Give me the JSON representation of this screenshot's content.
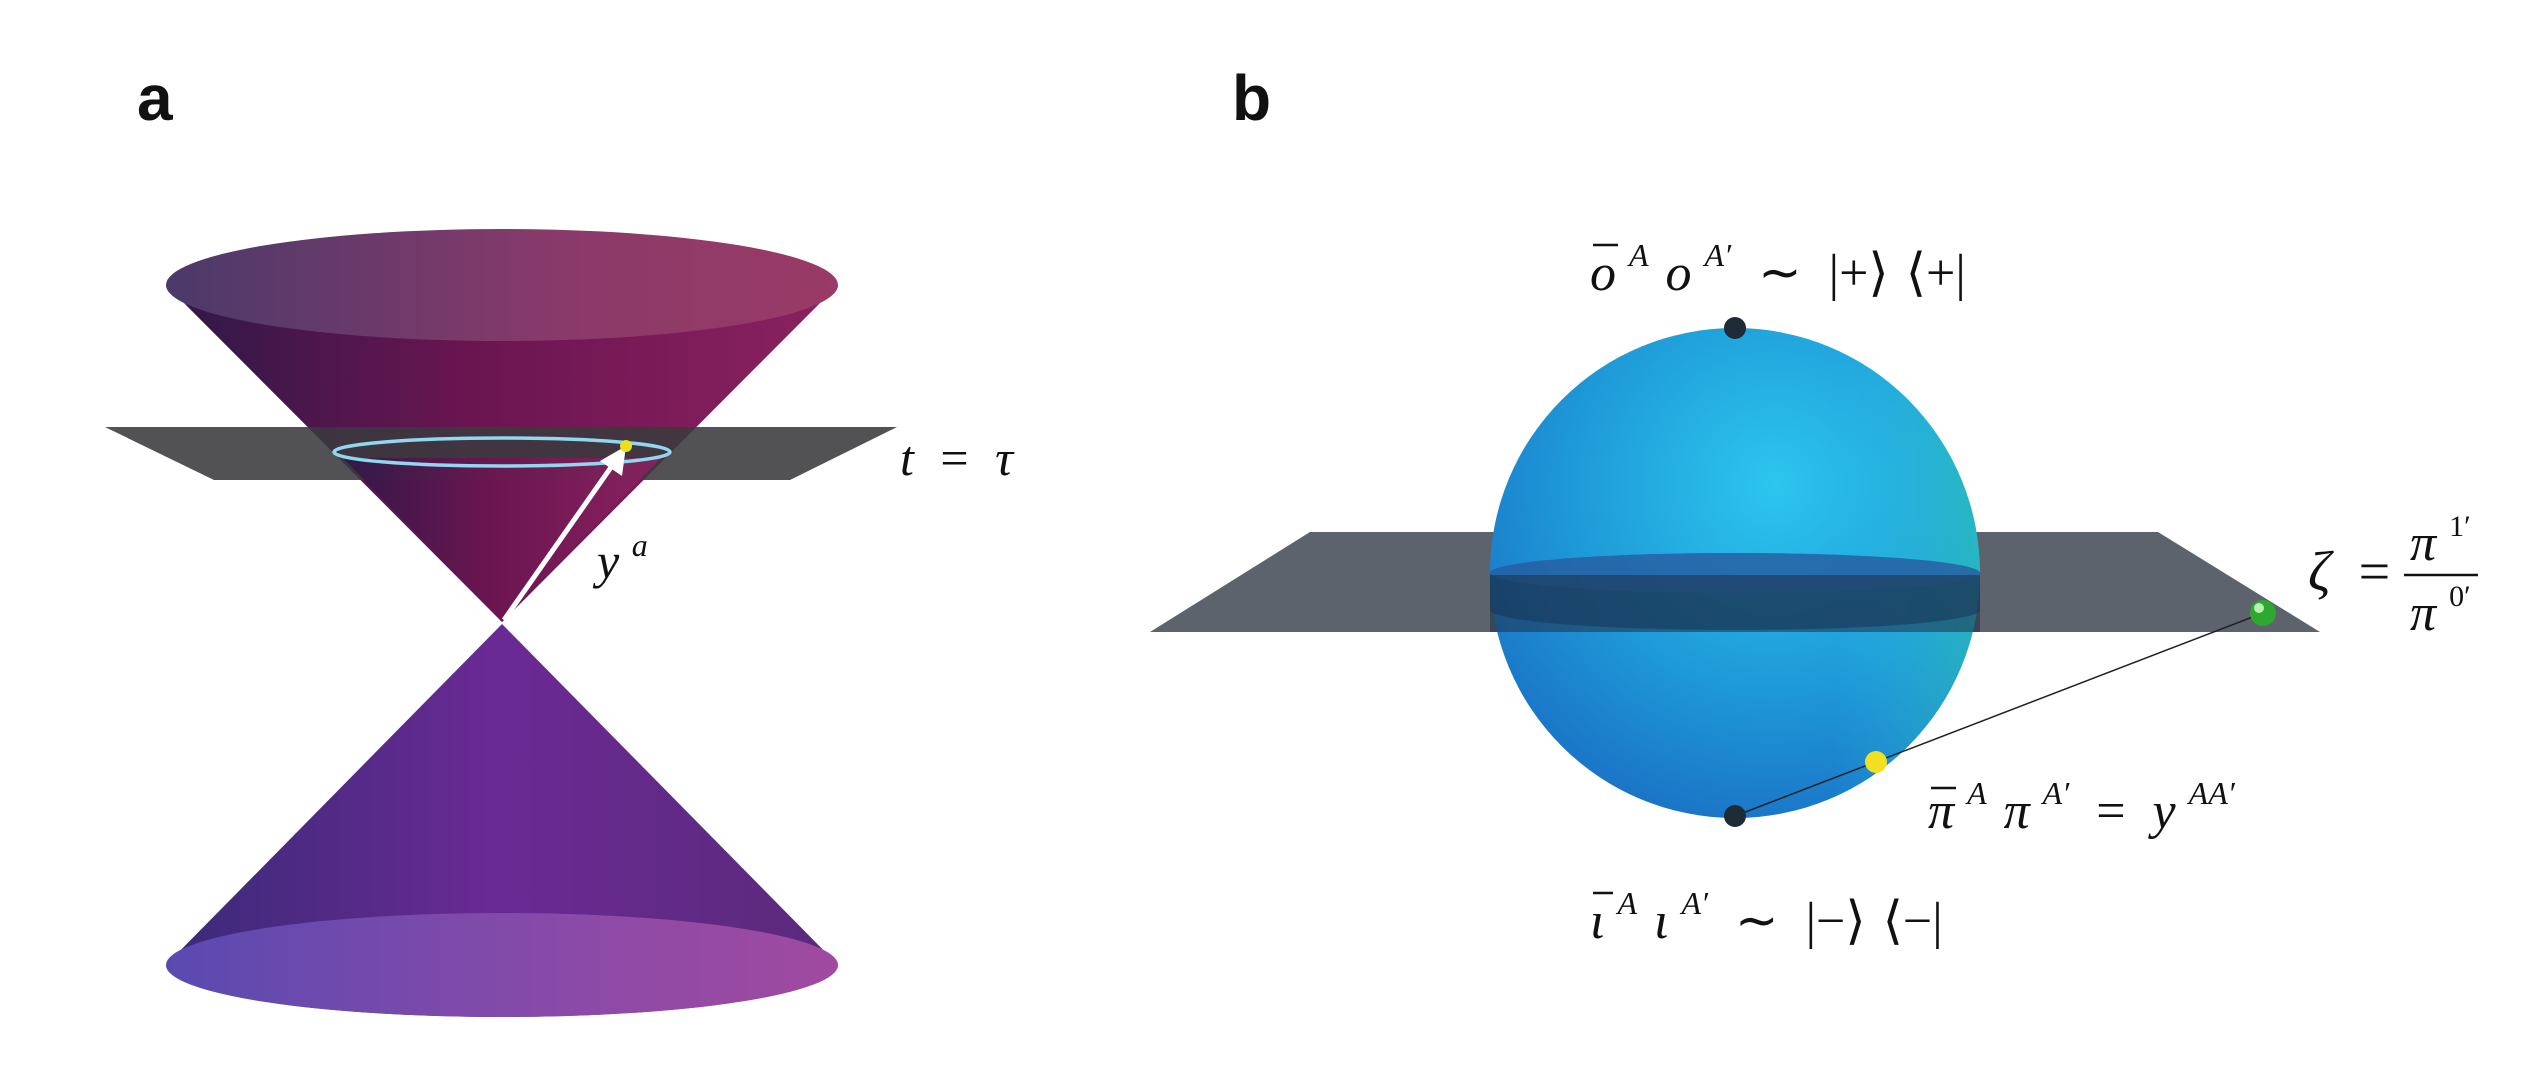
{
  "panels": {
    "a": {
      "label": "a",
      "plane_label_lhs": "t",
      "plane_label_eq": "=",
      "plane_label_rhs": "τ",
      "vector_label_base": "y",
      "vector_label_sup": "a",
      "colors": {
        "upper_cone": "#6a1550",
        "lower_cone": "#6a2f94",
        "plane": "#3a3a3e",
        "circle": "#8fd8f0",
        "point": "#e8e020"
      }
    },
    "b": {
      "label": "b",
      "top_state": {
        "o1": "o",
        "o1_sup": "A",
        "o2": "o",
        "o2_sup": "A′",
        "sim": "∼",
        "ket": "|+⟩",
        "bra": "⟨+|"
      },
      "bottom_state": {
        "i1": "ι",
        "i1_sup": "A",
        "i2": "ι",
        "i2_sup": "A′",
        "sim": "∼",
        "ket": "|−⟩",
        "bra": "⟨−|"
      },
      "point_label": {
        "p1": "π",
        "p1_sup": "A",
        "p2": "π",
        "p2_sup": "A′",
        "eq": "=",
        "y": "y",
        "y_sup": "AA′"
      },
      "zeta_label": {
        "zeta": "ζ",
        "eq": "=",
        "num": "π",
        "num_sup": "1′",
        "den": "π",
        "den_sup": "0′"
      },
      "colors": {
        "sphere": "#22a8e0",
        "plane": "#4a525c",
        "yellow_point": "#f0e020",
        "green_point": "#2ea82e",
        "pole": "#1e2a36"
      }
    }
  }
}
